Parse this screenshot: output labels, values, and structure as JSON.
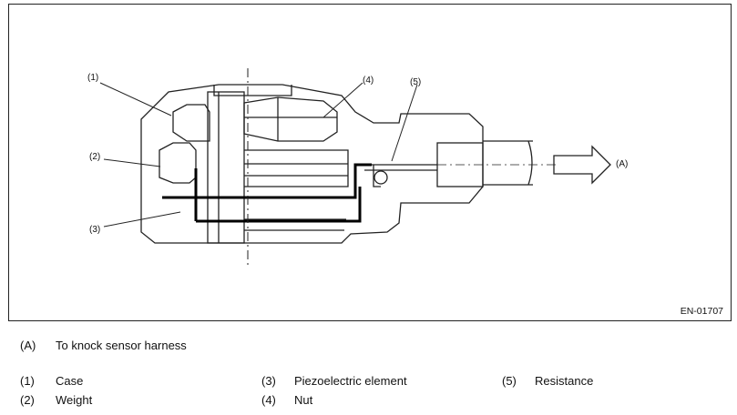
{
  "figure": {
    "code": "EN-01707",
    "callouts": {
      "c1": "(1)",
      "c2": "(2)",
      "c3": "(3)",
      "c4": "(4)",
      "c5": "(5)",
      "cA": "(A)"
    }
  },
  "legend": {
    "A": {
      "key": "(A)",
      "text": "To knock sensor harness"
    },
    "items": [
      {
        "key": "(1)",
        "text": "Case"
      },
      {
        "key": "(2)",
        "text": "Weight"
      },
      {
        "key": "(3)",
        "text": "Piezoelectric element"
      },
      {
        "key": "(4)",
        "text": "Nut"
      },
      {
        "key": "(5)",
        "text": "Resistance"
      }
    ]
  }
}
